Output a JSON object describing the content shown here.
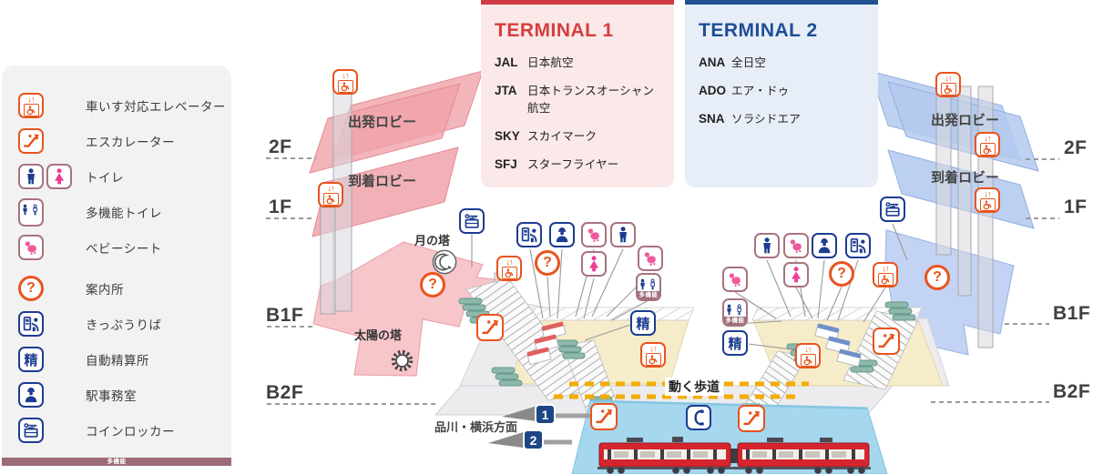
{
  "legend": {
    "items": [
      {
        "icon": "wheelchair-elevator",
        "label": "車いす対応エレベーター"
      },
      {
        "icon": "escalator",
        "label": "エスカレーター"
      },
      {
        "icon": "toilet",
        "label": "トイレ"
      },
      {
        "icon": "multifunction-toilet",
        "label": "多機能トイレ"
      },
      {
        "icon": "baby-seat",
        "label": "ベビーシート"
      },
      {
        "icon": "information",
        "label": "案内所"
      },
      {
        "icon": "ticket-office",
        "label": "きっぷうりば"
      },
      {
        "icon": "fare-adjustment",
        "label": "自動精算所"
      },
      {
        "icon": "station-office",
        "label": "駅事務室"
      },
      {
        "icon": "coin-locker",
        "label": "コインロッカー"
      }
    ]
  },
  "terminal1": {
    "title": "TERMINAL 1",
    "airlines": [
      {
        "code": "JAL",
        "name": "日本航空"
      },
      {
        "code": "JTA",
        "name": "日本トランスオーシャン航空"
      },
      {
        "code": "SKY",
        "name": "スカイマーク"
      },
      {
        "code": "SFJ",
        "name": "スターフライヤー"
      }
    ]
  },
  "terminal2": {
    "title": "TERMINAL 2",
    "airlines": [
      {
        "code": "ANA",
        "name": "全日空"
      },
      {
        "code": "ADO",
        "name": "エア・ドゥ"
      },
      {
        "code": "SNA",
        "name": "ソラシドエア"
      }
    ]
  },
  "floors": {
    "left": [
      "2F",
      "1F",
      "B1F",
      "B2F"
    ],
    "right": [
      "2F",
      "1F",
      "B1F",
      "B2F"
    ]
  },
  "map_labels": {
    "t1_departure_lobby": "出発ロビー",
    "t1_arrival_lobby": "到着ロビー",
    "t2_departure_lobby": "出発ロビー",
    "t2_arrival_lobby": "到着ロビー",
    "moon_tower": "月の塔",
    "sun_tower": "太陽の塔",
    "moving_walkway": "動く歩道",
    "direction_shinagawa_yokohama": "品川・横浜方面",
    "track1": "1",
    "track2": "2"
  },
  "icons": {
    "updown_arrows": "↓↑",
    "question": "?",
    "fare": "精",
    "multifunction": "多機能"
  },
  "colors": {
    "accent_orange": "#e8541e",
    "accent_navy": "#1d3c91",
    "terminal1_red": "#d63e3e",
    "terminal2_blue": "#1d4e95",
    "pink_floor": "#efa3a9",
    "blue_floor": "#b3c9ef",
    "concourse_beige": "#f6ecca",
    "platform_blue": "#a5d8ee",
    "walkway_yellow": "#f2ab00",
    "train_red": "#d6252e",
    "escalator_teal": "#8fb8ac",
    "toilet_pink": "#ee3e96"
  }
}
